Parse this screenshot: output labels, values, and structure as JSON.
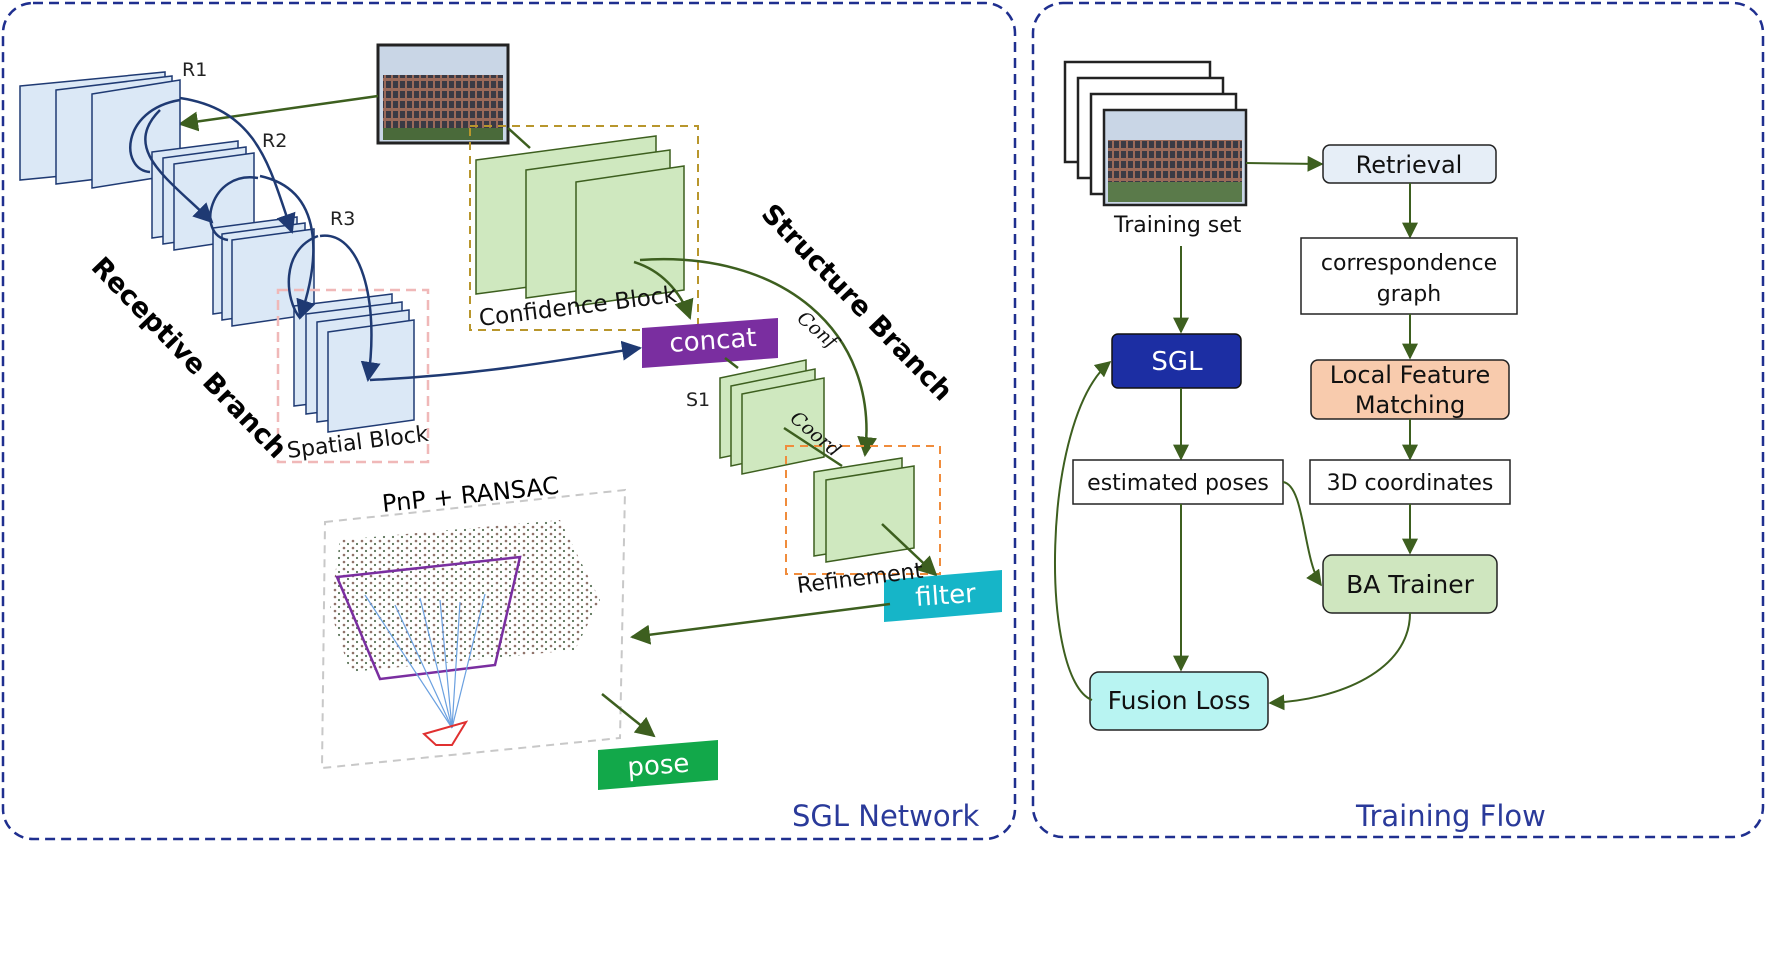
{
  "panels": {
    "left_caption": "SGL Network",
    "right_caption": "Training Flow"
  },
  "network": {
    "receptive_branch": "Receptive Branch",
    "structure_branch": "Structure Branch",
    "r1": "R1",
    "r2": "R2",
    "r3": "R3",
    "s1": "S1",
    "spatial_block": "Spatial Block",
    "confidence_block": "Confidence Block",
    "refinement": "Refinement",
    "concat": "concat",
    "filter": "filter",
    "pose": "pose",
    "pnp": "PnP + RANSAC",
    "conf": "Conf",
    "coord": "Coord"
  },
  "training": {
    "training_set": "Training set",
    "retrieval": "Retrieval",
    "correspondence_line1": "correspondence",
    "correspondence_line2": "graph",
    "local_feature_line1": "Local Feature",
    "local_feature_line2": "Matching",
    "coords3d": "3D coordinates",
    "ba_trainer": "BA Trainer",
    "sgl": "SGL",
    "estimated_poses": "estimated poses",
    "fusion_loss": "Fusion Loss"
  },
  "colors": {
    "panel_border": "#1f2f8f",
    "caption": "#2a3a9a",
    "blue_layer": "#dbe8f6",
    "green_layer": "#cfe8bf",
    "concat": "#7a2ea0",
    "filter": "#16b5c8",
    "pose": "#12a84a",
    "sgl": "#1c2ea3",
    "fusion": "#b8f4f2",
    "local_feature": "#f8cbad",
    "ba_trainer": "#cfe6bf",
    "retrieval": "#e6eef7",
    "arrow_green": "#3d5f1f",
    "arrow_navy": "#1f3a73"
  }
}
